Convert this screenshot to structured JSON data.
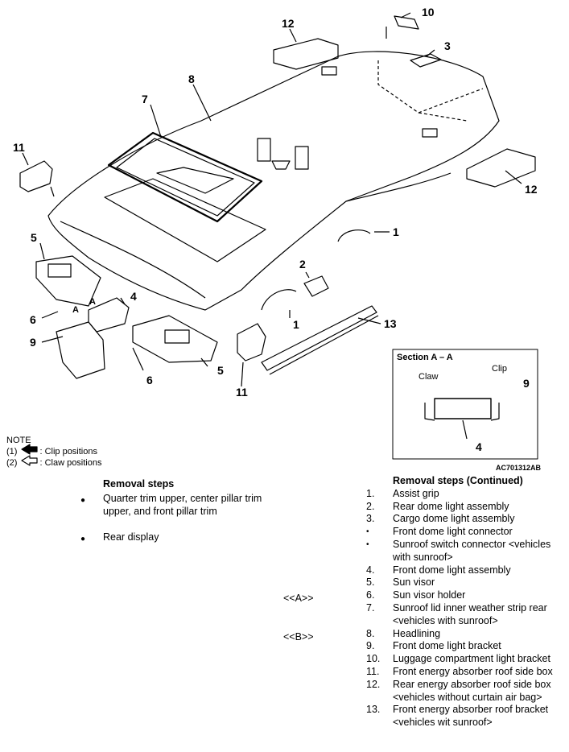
{
  "diagram": {
    "callouts": [
      "1",
      "1",
      "2",
      "3",
      "4",
      "5",
      "5",
      "6",
      "6",
      "7",
      "8",
      "9",
      "10",
      "11",
      "11",
      "12",
      "12",
      "13"
    ],
    "section_title": "Section A – A",
    "section_claw": "Claw",
    "section_clip": "Clip",
    "section_num9": "9",
    "section_num4": "4",
    "marker_a": "A",
    "marker_a2": "A",
    "figure_code": "AC701312AB"
  },
  "note": {
    "title": "NOTE",
    "line1_prefix": "(1)",
    "line1_text": ": Clip positions",
    "line2_prefix": "(2)",
    "line2_text": ": Claw positions"
  },
  "removal": {
    "heading": "Removal steps",
    "bullets": [
      "Quarter trim upper, center pillar trim upper, and front pillar trim",
      "Rear display"
    ]
  },
  "removal_cont": {
    "heading": "Removal steps (Continued)",
    "items": [
      {
        "num": "1.",
        "label": "Assist grip"
      },
      {
        "num": "2.",
        "label": "Rear dome light assembly"
      },
      {
        "num": "3.",
        "label": "Cargo dome light assembly"
      },
      {
        "num": "•",
        "label": "Front dome light connector"
      },
      {
        "num": "•",
        "label": "Sunroof switch connector <vehicles with sunroof>"
      },
      {
        "num": "4.",
        "label": "Front dome light assembly"
      },
      {
        "num": "5.",
        "label": "Sun visor"
      },
      {
        "num": "6.",
        "label": "Sun visor holder"
      },
      {
        "num": "7.",
        "label": "Sunroof lid inner weather strip rear <vehicles with sunroof>"
      },
      {
        "num": "8.",
        "label": "Headlining"
      },
      {
        "num": "9.",
        "label": "Front dome light bracket"
      },
      {
        "num": "10.",
        "label": "Luggage compartment light bracket"
      },
      {
        "num": "11.",
        "label": "Front energy absorber roof side box"
      },
      {
        "num": "12.",
        "label": "Rear energy absorber roof side box <vehicles without curtain air bag>"
      },
      {
        "num": "13.",
        "label": "Front energy absorber roof bracket <vehicles wit sunroof>"
      }
    ],
    "marks": [
      "<<A>>",
      "<<B>>"
    ]
  }
}
